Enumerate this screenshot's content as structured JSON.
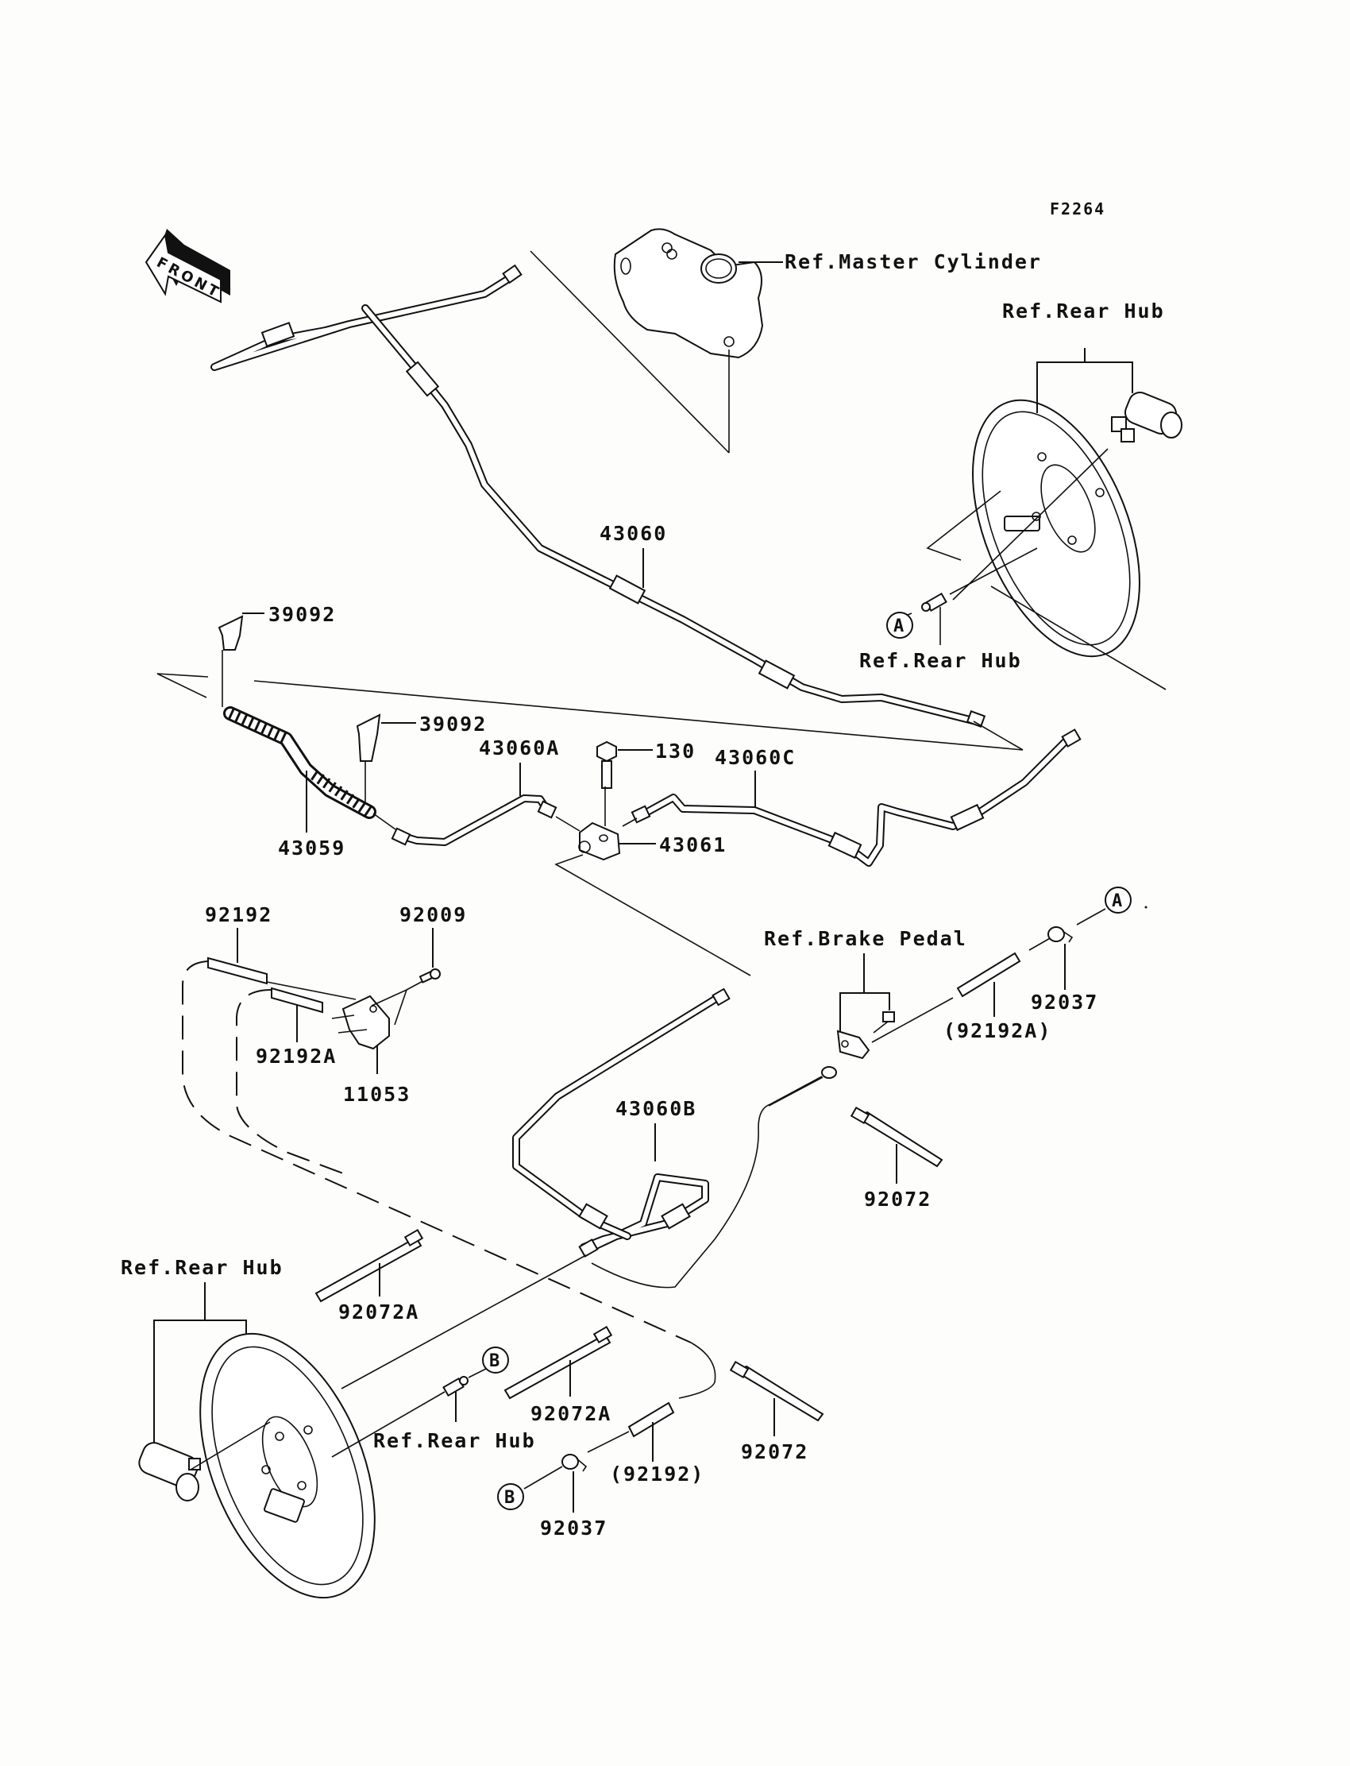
{
  "diagram": {
    "figure_code": "F2264",
    "front_arrow": "FRONT",
    "ref_labels": {
      "master_cylinder": "Ref.Master Cylinder",
      "rear_hub_top": "Ref.Rear Hub",
      "rear_hub_mid": "Ref.Rear Hub",
      "brake_pedal": "Ref.Brake Pedal",
      "rear_hub_bottom_left": "Ref.Rear Hub",
      "rear_hub_bottom_mid": "Ref.Rear Hub"
    },
    "part_numbers": {
      "p43060": "43060",
      "p39092_a": "39092",
      "p39092_b": "39092",
      "p43060A": "43060A",
      "p130": "130",
      "p43060C": "43060C",
      "p43059": "43059",
      "p43061": "43061",
      "p92192": "92192",
      "p92009": "92009",
      "p92192A": "92192A",
      "p11053": "11053",
      "p92192A_paren": "(92192A)",
      "p92037_a": "92037",
      "p43060B": "43060B",
      "p92072_a": "92072",
      "p92072A_a": "92072A",
      "p92072A_b": "92072A",
      "p92072_b": "92072",
      "p92192_paren": "(92192)",
      "p92037_b": "92037"
    },
    "callouts": {
      "a1": "A",
      "a2": "A",
      "b1": "B",
      "b2": "B"
    }
  }
}
